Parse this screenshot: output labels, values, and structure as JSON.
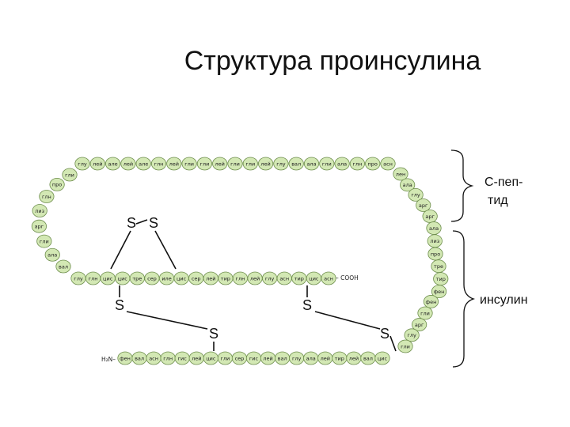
{
  "title": "Структура проинсулина",
  "labels": {
    "cpeptide_line1": "С-пеп-",
    "cpeptide_line2": "тид",
    "insulin": "инсулин"
  },
  "termini": {
    "cooh": "– COOH",
    "nh2": "H₂N–"
  },
  "sulfur": "S",
  "chains": {
    "top": [
      "глу",
      "лей",
      "але",
      "лей",
      "але",
      "глн",
      "лей",
      "гли",
      "гли",
      "лей",
      "гли",
      "гли",
      "лей",
      "глу",
      "вал",
      "ала",
      "гли",
      "ала",
      "глн",
      "про",
      "асн"
    ],
    "left_arc": [
      "гли",
      "про",
      "глн",
      "лиз",
      "арг",
      "гли",
      "ала",
      "вал"
    ],
    "right_arc": [
      "лен",
      "ала",
      "глу",
      "арг",
      "арг",
      "ала",
      "лиз",
      "про",
      "тре",
      "тир",
      "фен",
      "фен",
      "гли",
      "арг",
      "глу",
      "гли"
    ],
    "a_chain": [
      "глу",
      "глн",
      "цис",
      "цис",
      "тре",
      "сер",
      "иле",
      "цис",
      "сер",
      "лей",
      "тир",
      "глн",
      "лей",
      "глу",
      "асн",
      "тир",
      "цис",
      "асн"
    ],
    "b_chain": [
      "фен",
      "вал",
      "асн",
      "глн",
      "гис",
      "лей",
      "цис",
      "гли",
      "сер",
      "гис",
      "лей",
      "вал",
      "глу",
      "ала",
      "лей",
      "тир",
      "лей",
      "вал",
      "цис"
    ]
  }
}
